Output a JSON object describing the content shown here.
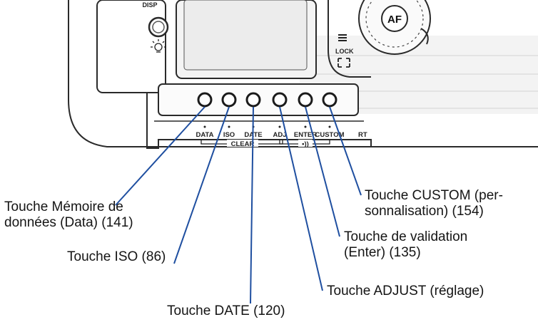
{
  "camera": {
    "button_labels": {
      "data": "DATA",
      "iso": "ISO",
      "date": "DATE",
      "adj": "ADJ",
      "enter": "ENTER",
      "custom": "CUSTOM"
    },
    "clear_label": "CLEAR",
    "sound_label": "•))",
    "lock_label": "LOCK",
    "af_label": "AF",
    "partial_label_top": "DISP",
    "partial_label_right": "RT"
  },
  "callouts": {
    "data": [
      "Touche Mémoire de",
      "données (Data) (141)"
    ],
    "iso": [
      "Touche ISO (86)"
    ],
    "date": [
      "Touche DATE (120)"
    ],
    "adjust": [
      "Touche ADJUST (réglage)"
    ],
    "enter": [
      "Touche de validation",
      "(Enter) (135)"
    ],
    "custom": [
      "Touche CUSTOM (per-",
      "sonnalisation) (154)"
    ]
  },
  "colors": {
    "leader_line": "#1f4fa0",
    "ink": "#222222"
  }
}
